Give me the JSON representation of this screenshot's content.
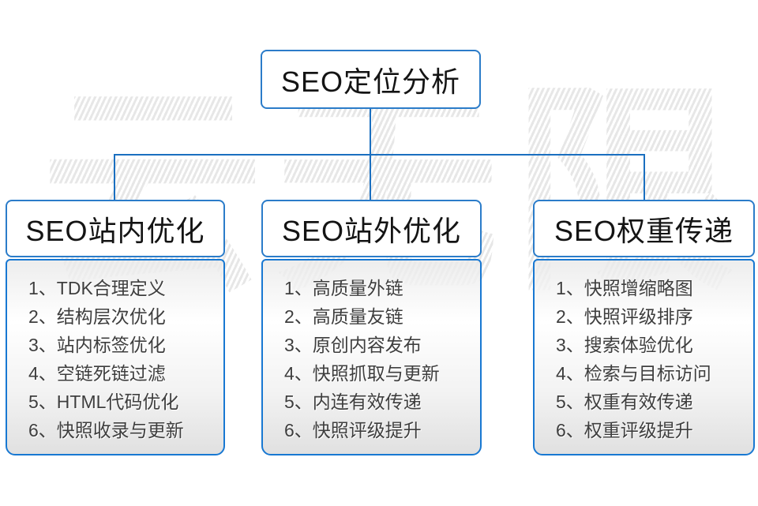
{
  "watermark": "云无限",
  "root": {
    "title": "SEO定位分析"
  },
  "columns": [
    {
      "title": "SEO站内优化",
      "items": [
        "1、TDK合理定义",
        "2、结构层次优化",
        "3、站内标签优化",
        "4、空链死链过滤",
        "5、HTML代码优化",
        "6、快照收录与更新"
      ]
    },
    {
      "title": "SEO站外优化",
      "items": [
        "1、高质量外链",
        "2、高质量友链",
        "3、原创内容发布",
        "4、快照抓取与更新",
        "5、内连有效传递",
        "6、快照评级提升"
      ]
    },
    {
      "title": "SEO权重传递",
      "items": [
        "1、快照增缩略图",
        "2、快照评级排序",
        "3、搜索体验优化",
        "4、检索与目标访问",
        "5、权重有效传递",
        "6、权重评级提升"
      ]
    }
  ],
  "colors": {
    "box_border": "#2b7cc9",
    "panel_border": "#1878d2",
    "connector": "#1a6fc0",
    "list_text": "#3e3e3e",
    "watermark_gray": "#e7e7e7"
  }
}
